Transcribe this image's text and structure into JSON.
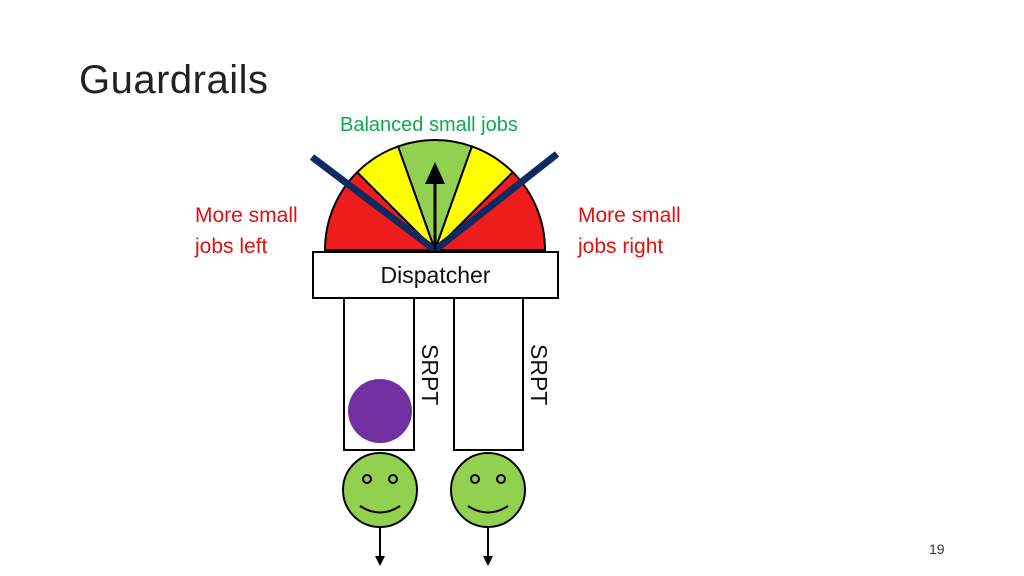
{
  "slide": {
    "title": "Guardrails",
    "page_number": "19"
  },
  "gauge": {
    "center_label": "Balanced small jobs",
    "left_label": [
      "More small",
      "jobs left"
    ],
    "right_label": [
      "More small",
      "jobs right"
    ],
    "colors": {
      "outer": "#ee1c1c",
      "middle": "#ffff00",
      "center": "#92d050",
      "guardrail": "#0f2a5e"
    }
  },
  "dispatcher": {
    "label": "Dispatcher"
  },
  "queues": [
    {
      "label": "SRPT",
      "has_job": true
    },
    {
      "label": "SRPT",
      "has_job": false
    }
  ],
  "colors": {
    "job": "#7030a0",
    "server_face": "#92d050"
  },
  "icons": {
    "server": "smiley-face-icon",
    "output": "arrow-down-icon",
    "needle": "arrow-up-icon"
  }
}
